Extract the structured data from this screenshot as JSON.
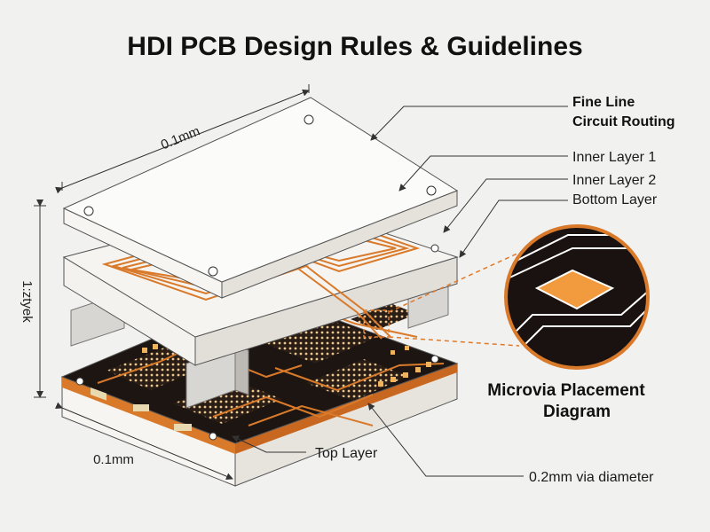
{
  "title": "HDI PCB Design Rules & Guidelines",
  "labels": {
    "fine_line_1": "Fine Line",
    "fine_line_2": "Circuit Routing",
    "inner_layer_1": "Inner Layer 1",
    "inner_layer_2": "Inner Layer 2",
    "bottom_layer": "Bottom Layer",
    "microvia_1": "Microvia Placement",
    "microvia_2": "Diagram",
    "top_layer": "Top Layer",
    "via_diameter": "0.2mm via diameter",
    "dim_top": "0.1mm",
    "dim_side": "1:ztyek",
    "dim_bottom": "0.1mm"
  },
  "colors": {
    "background": "#f1f1ef",
    "copper": "#d97a2b",
    "board_dark": "#1d1512",
    "pad": "#f0b25a",
    "leader_dashed": "#e07a2a"
  }
}
